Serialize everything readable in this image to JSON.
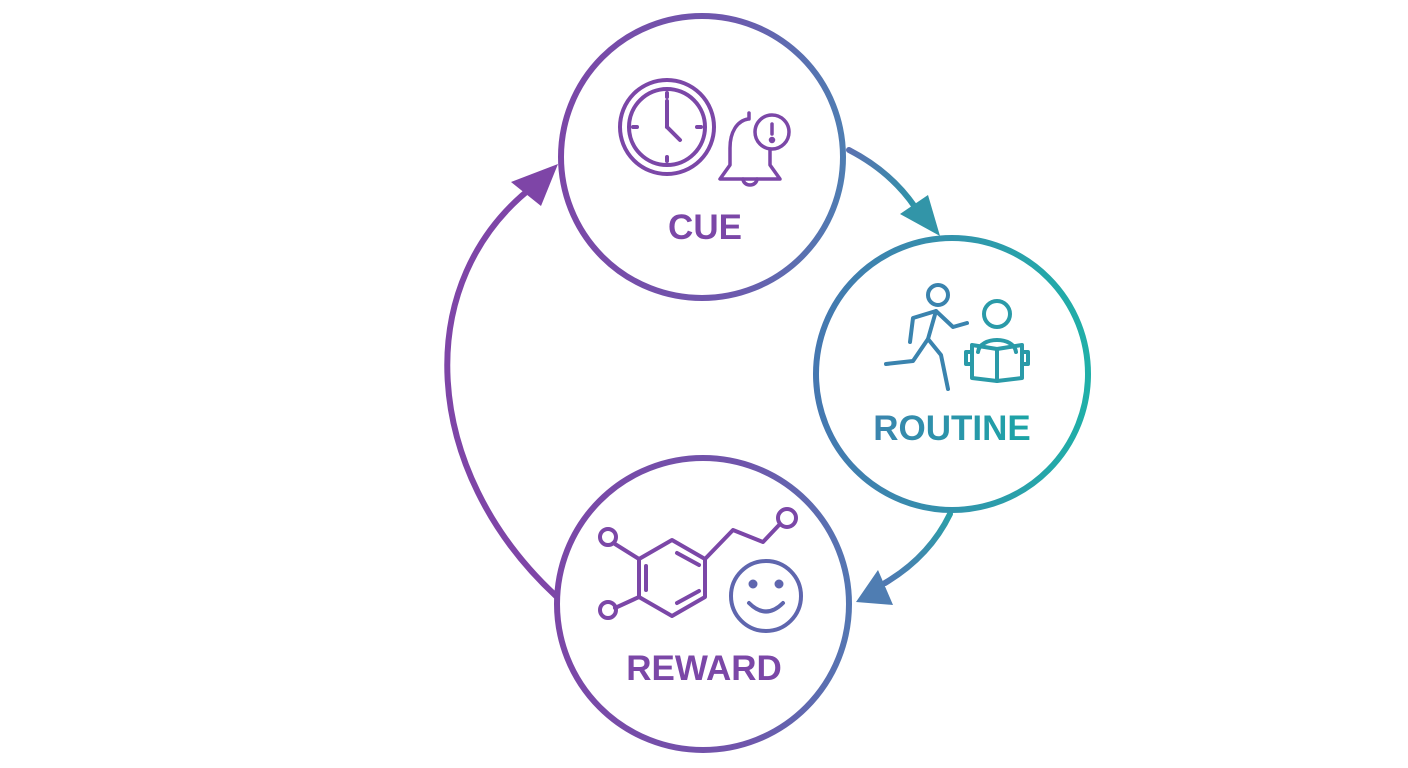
{
  "diagram": {
    "nodes": {
      "cue": {
        "label": "CUE",
        "color": "#7B47A7",
        "icons": [
          "clock-icon",
          "bell-alert-icon"
        ]
      },
      "routine": {
        "label": "ROUTINE",
        "color": "#2A93A6",
        "icons": [
          "running-person-icon",
          "reading-person-icon"
        ]
      },
      "reward": {
        "label": "REWARD",
        "color": "#7B47A7",
        "icons": [
          "dopamine-molecule-icon",
          "smiley-face-icon"
        ]
      }
    },
    "colors": {
      "purple": "#7B47A7",
      "blue": "#4F7DB2",
      "teal": "#1FAFA8"
    },
    "flow": [
      "cue",
      "routine",
      "reward",
      "cue"
    ]
  }
}
